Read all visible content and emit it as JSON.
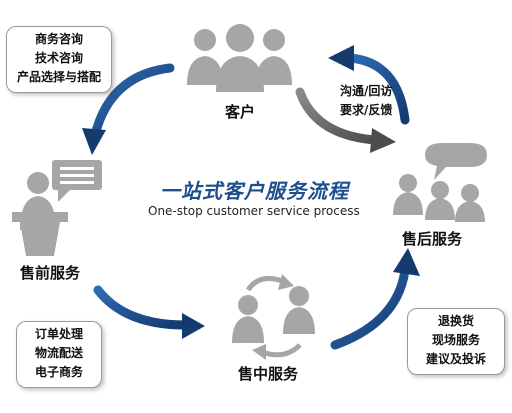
{
  "title": {
    "cn": "一站式客户服务流程",
    "en": "One-stop customer service process"
  },
  "nodes": {
    "customer": {
      "label": "客户",
      "side_notes": [
        "沟通/回访",
        "要求/反馈"
      ]
    },
    "presale": {
      "label": "售前服务",
      "items": [
        "商务咨询",
        "技术咨询",
        "产品选择与搭配"
      ]
    },
    "insale": {
      "label": "售中服务",
      "items": [
        "订单处理",
        "物流配送",
        "电子商务"
      ]
    },
    "aftersale": {
      "label": "售后服务",
      "items": [
        "退换货",
        "现场服务",
        "建议及投诉"
      ]
    }
  },
  "colors": {
    "arrow_blue": "#1f4e8c",
    "arrow_gray": "#6d6d6d",
    "icon_gray": "#a6a6a6",
    "title_blue": "#1f4e8c"
  }
}
